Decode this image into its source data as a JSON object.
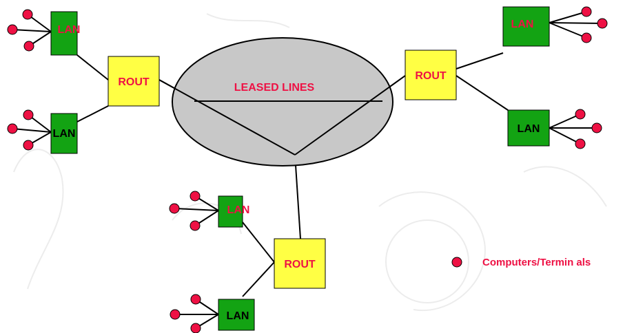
{
  "cloud": {
    "label": "LEASED LINES",
    "fill": "#c8c8c8"
  },
  "routers": [
    {
      "label": "ROUT"
    },
    {
      "label": "ROUT"
    },
    {
      "label": "ROUT"
    }
  ],
  "lans": [
    {
      "label": "LAN"
    },
    {
      "label": "LAN"
    },
    {
      "label": "LAN"
    },
    {
      "label": "LAN"
    },
    {
      "label": "LAN"
    },
    {
      "label": "LAN"
    }
  ],
  "legend": {
    "label": "Computers/Termin als",
    "icon": "terminal-dot-icon"
  },
  "colors": {
    "lan_fill": "#13a313",
    "router_fill": "#ffff44",
    "terminal_fill": "#ee1144",
    "red_text": "#ee1144",
    "line": "#000000"
  }
}
